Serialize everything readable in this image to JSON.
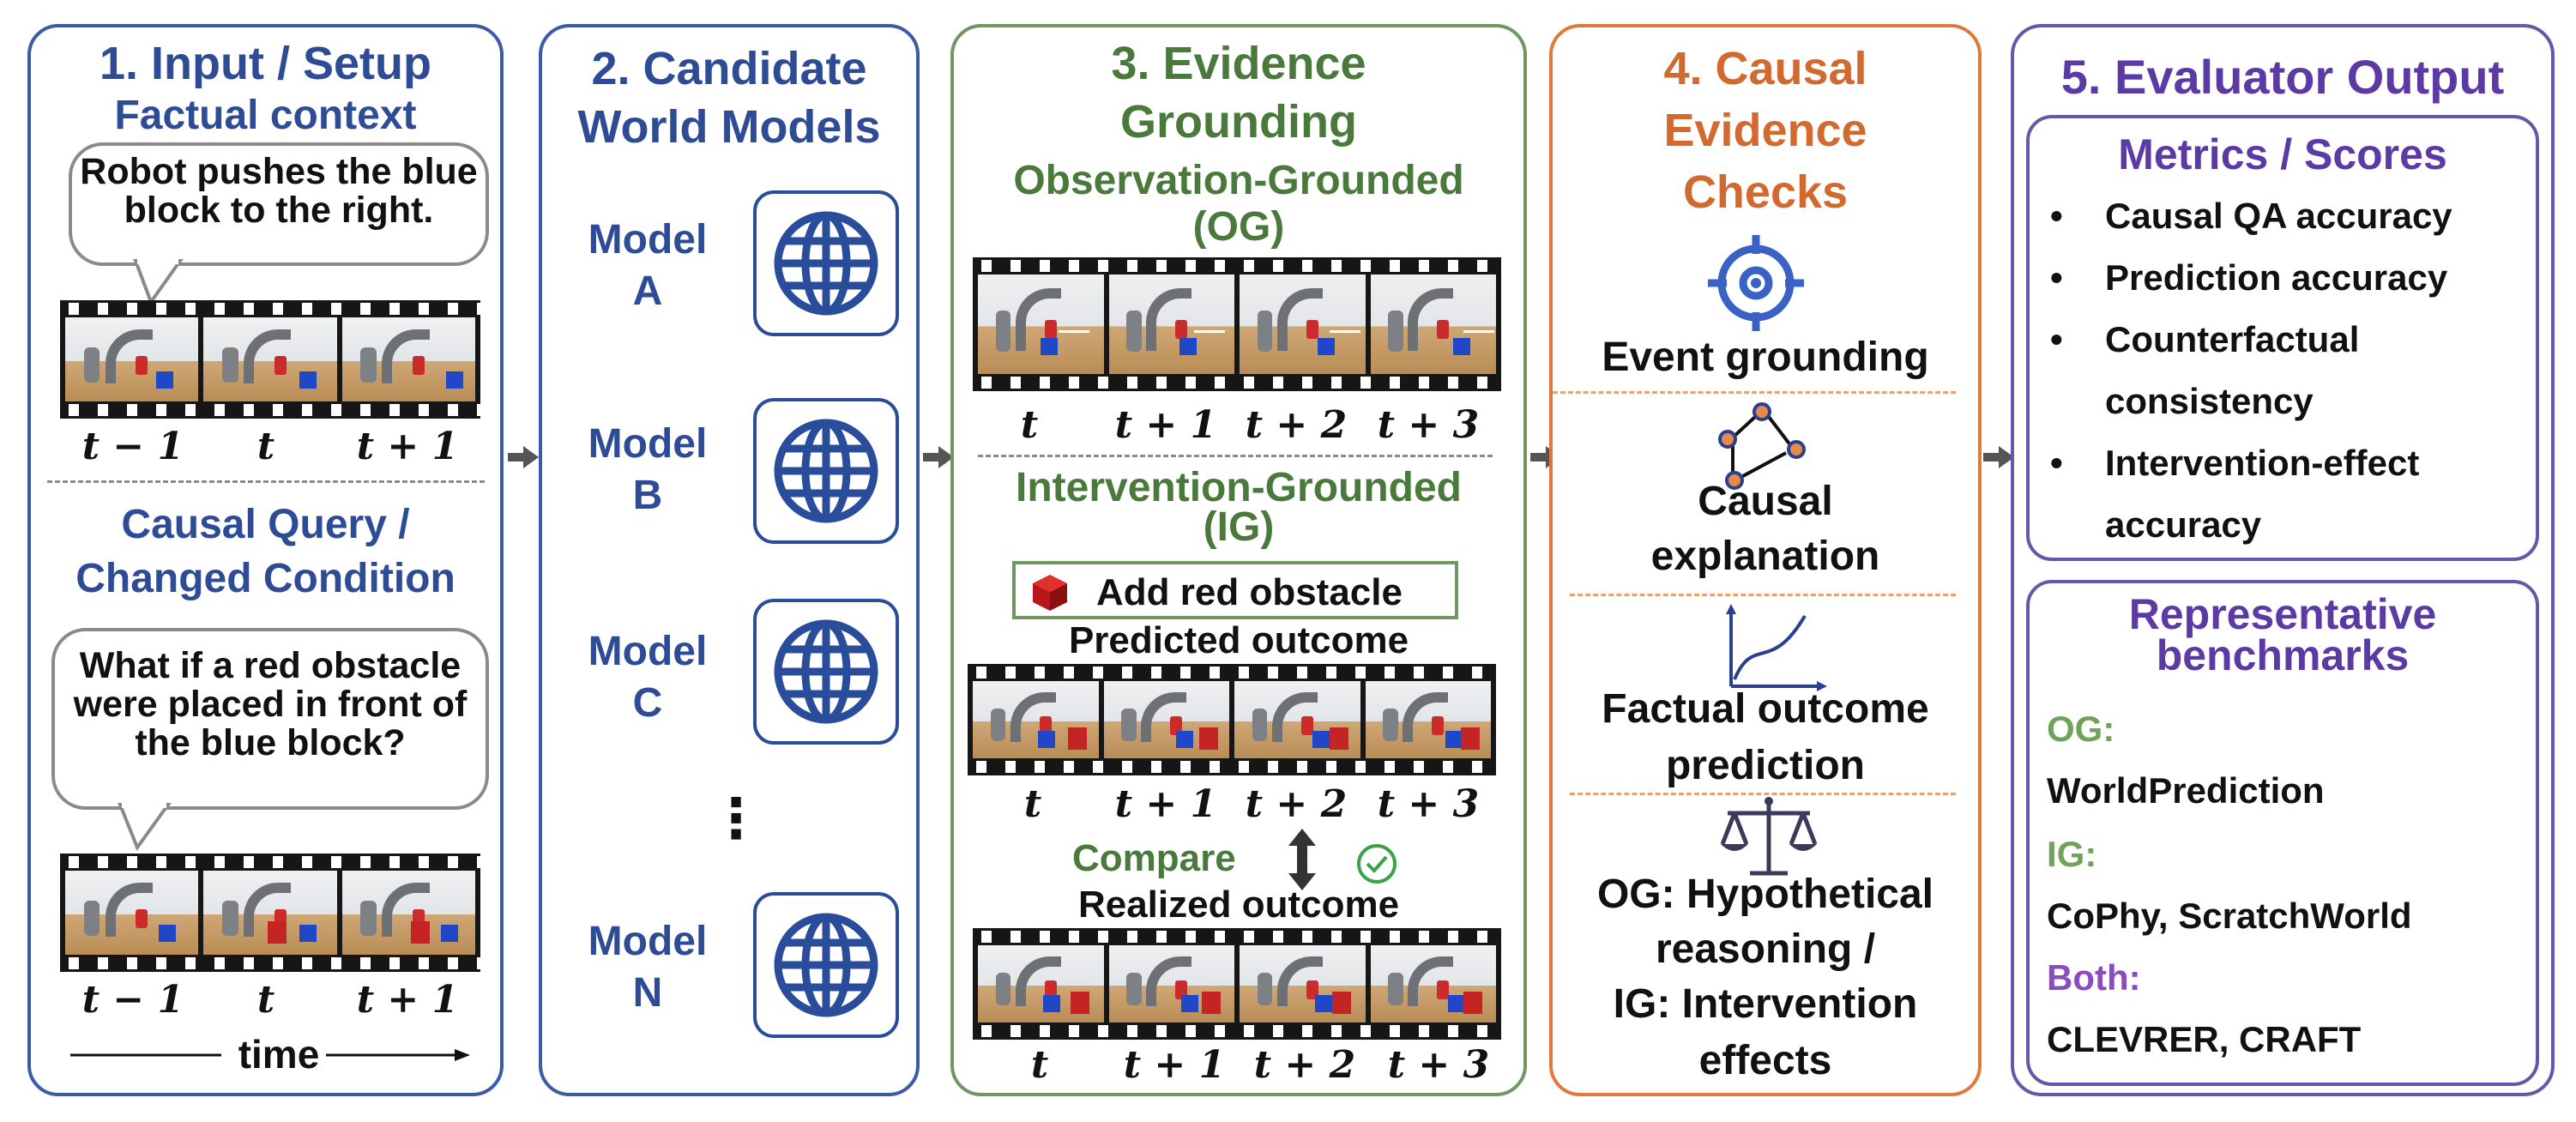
{
  "colors": {
    "blue": "#2e4b96",
    "green": "#4a7a3b",
    "orange": "#d2692f",
    "purple": "#5b3aa6",
    "panel1_border": "#3d5aa6",
    "panel2_border": "#3d5aa6",
    "panel3_border": "#6f9664",
    "panel4_border": "#e07a3c",
    "panel5_border": "#6a56a8"
  },
  "panel1": {
    "title": "1. Input / Setup",
    "subtitle": "Factual context",
    "bubble_text": "Robot pushes the blue block to the right.",
    "labels_top": [
      "t − 1",
      "t",
      "t + 1"
    ],
    "query_title_1": "Causal Query /",
    "query_title_2": "Changed Condition",
    "bubble2_text": "What if a red obstacle were placed in front of the blue block?",
    "labels_bottom": [
      "t − 1",
      "t",
      "t + 1"
    ],
    "time_label": "time"
  },
  "panel2": {
    "title_1": "2. Candidate",
    "title_2": "World Models",
    "models": [
      {
        "name": "Model",
        "letter": "A",
        "icon": "globe-icon"
      },
      {
        "name": "Model",
        "letter": "B",
        "icon": "globe-icon"
      },
      {
        "name": "Model",
        "letter": "C",
        "icon": "globe-icon"
      },
      {
        "name": "Model",
        "letter": "N",
        "icon": "globe-icon"
      }
    ],
    "ellipsis": "⋮"
  },
  "panel3": {
    "title_1": "3. Evidence",
    "title_2": "Grounding",
    "og_title_1": "Observation-Grounded",
    "og_title_2": "(OG)",
    "og_labels": [
      "t",
      "t + 1",
      "t + 2",
      "t + 3"
    ],
    "ig_title_1": "Intervention-Grounded",
    "ig_title_2": "(IG)",
    "intervention_label": "Add red obstacle",
    "predicted_label": "Predicted outcome",
    "pred_labels": [
      "t",
      "t + 1",
      "t + 2",
      "t + 3"
    ],
    "compare_label": "Compare",
    "realized_label": "Realized outcome",
    "real_labels": [
      "t",
      "t + 1",
      "t + 2",
      "t + 3"
    ]
  },
  "panel4": {
    "title_1": "4. Causal",
    "title_2": "Evidence",
    "title_3": "Checks",
    "checks": [
      {
        "icon": "target-icon",
        "lines": [
          "Event grounding"
        ]
      },
      {
        "icon": "causal-graph-icon",
        "lines": [
          "Causal",
          "explanation"
        ]
      },
      {
        "icon": "curve-plot-icon",
        "lines": [
          "Factual outcome",
          "prediction"
        ]
      },
      {
        "icon": "scale-icon",
        "lines": [
          "OG: Hypothetical",
          "reasoning /",
          "IG: Intervention",
          "effects"
        ]
      }
    ]
  },
  "panel5": {
    "title": "5. Evaluator Output",
    "metrics_title": "Metrics / Scores",
    "metrics": [
      [
        "Causal QA accuracy"
      ],
      [
        "Prediction accuracy"
      ],
      [
        "Counterfactual",
        "consistency"
      ],
      [
        "Intervention-effect",
        "accuracy"
      ]
    ],
    "bench_title_1": "Representative",
    "bench_title_2": "benchmarks",
    "og_label": "OG:",
    "og_bench": "WorldPrediction",
    "ig_label": "IG:",
    "ig_bench": "CoPhy, ScratchWorld",
    "both_label": "Both:",
    "both_bench": "CLEVRER, CRAFT"
  }
}
